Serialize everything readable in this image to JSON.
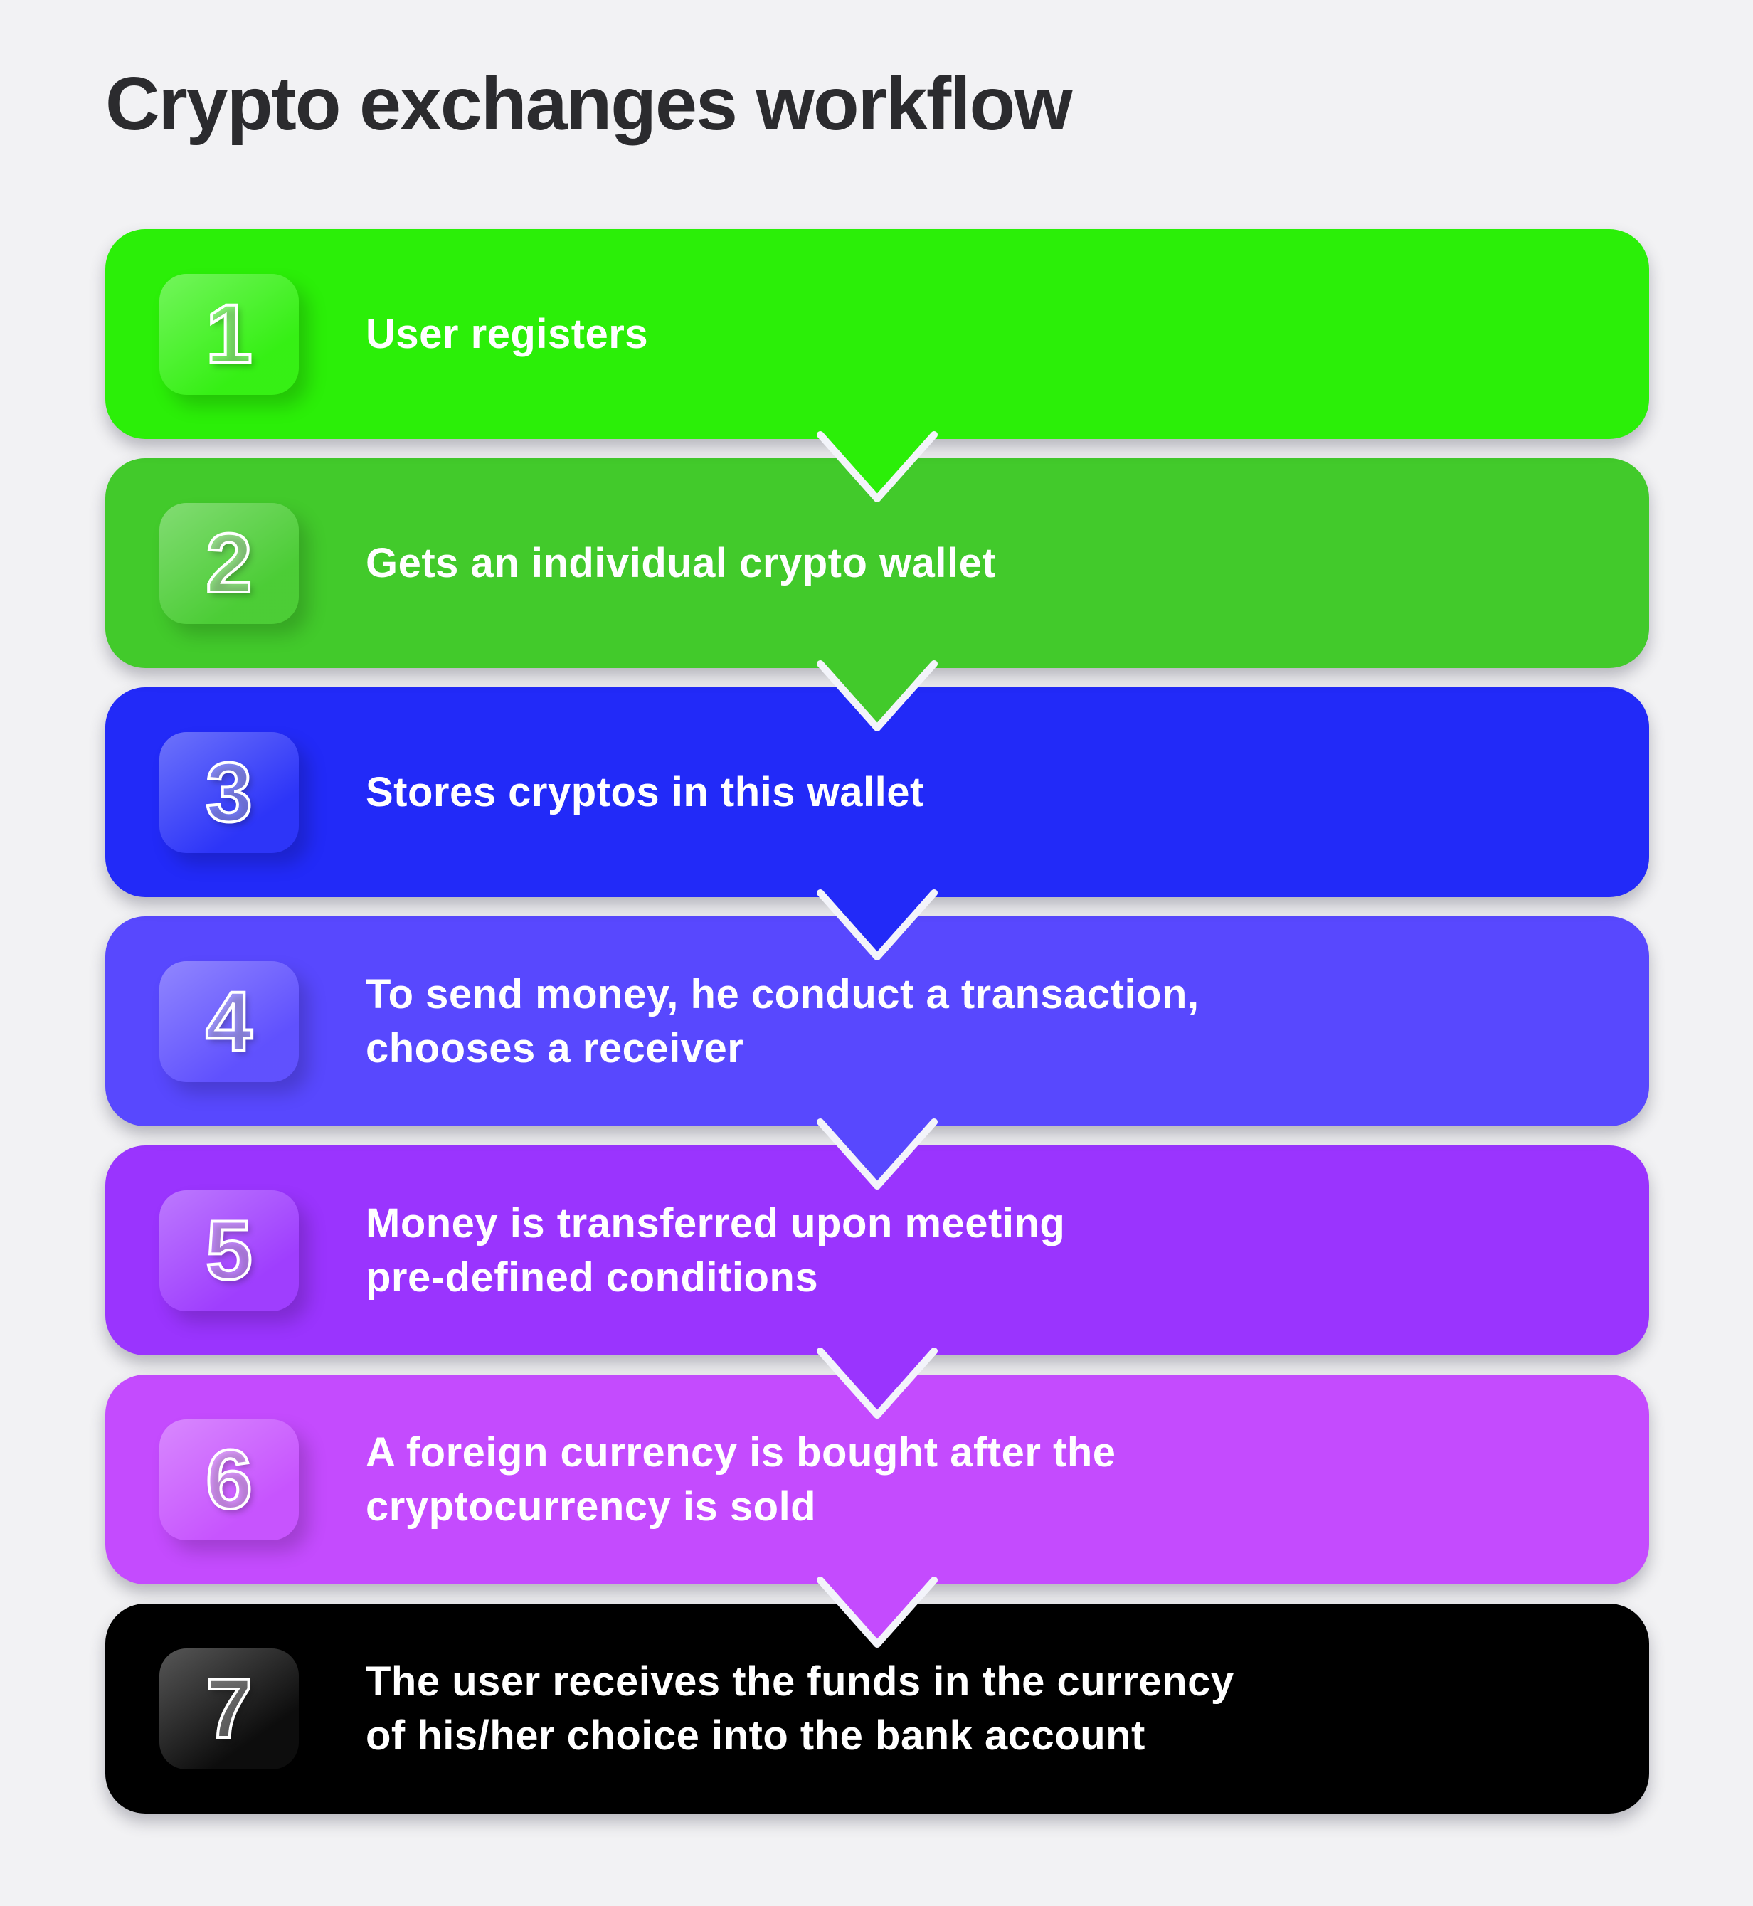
{
  "title": "Crypto exchanges workflow",
  "colors": {
    "background": "#f2f2f4",
    "title_text": "#2b2b2e",
    "label_text": "#ffffff",
    "connector_stroke": "#f3f4fa"
  },
  "steps": [
    {
      "number": "1",
      "label": "User registers",
      "color": "#2bef08"
    },
    {
      "number": "2",
      "label": "Gets an individual crypto wallet",
      "color": "#42ca2b"
    },
    {
      "number": "3",
      "label": "Stores cryptos in this wallet",
      "color": "#222af8"
    },
    {
      "number": "4",
      "label": "To send money, he conduct a transaction,\nchooses a receiver",
      "color": "#5848fe"
    },
    {
      "number": "5",
      "label": "Money is transferred upon meeting\npre-defined conditions",
      "color": "#9a34fe"
    },
    {
      "number": "6",
      "label": "A foreign currency is bought after the\ncryptocurrency is sold",
      "color": "#c44bfe"
    },
    {
      "number": "7",
      "label": "The user receives the funds in the currency\nof his/her choice into the bank account",
      "color": "#000000"
    }
  ]
}
